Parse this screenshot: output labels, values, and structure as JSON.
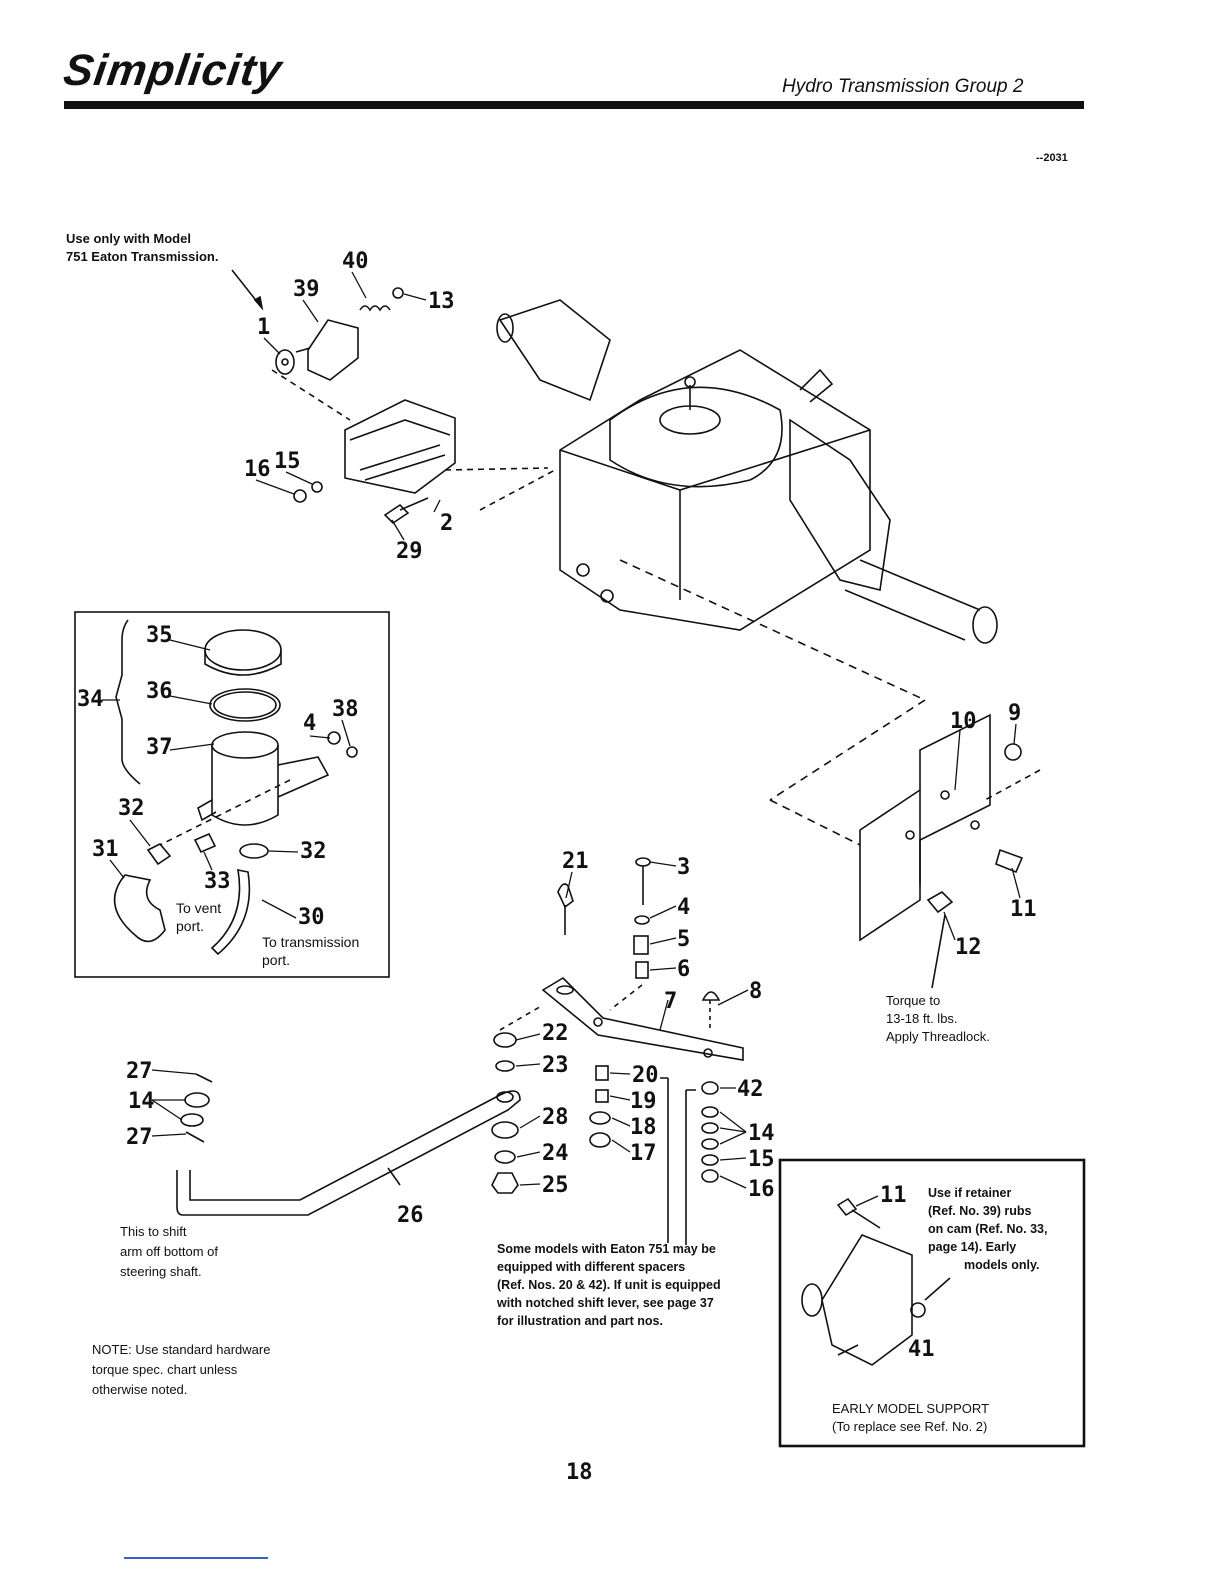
{
  "header": {
    "brand": "Simplicity",
    "section_title": "Hydro Transmission Group 2",
    "drawing_code": "--2031"
  },
  "notes": {
    "eaton_model_line1": "Use only with Model",
    "eaton_model_line2": "751 Eaton Transmission.",
    "vent_port_line1": "To vent",
    "vent_port_line2": "port.",
    "trans_port_line1": "To transmission",
    "trans_port_line2": "port.",
    "torque_line1": "Torque to",
    "torque_line2": "13-18 ft. lbs.",
    "torque_line3": "Apply Threadlock.",
    "shift_arm_line1": "This to shift",
    "shift_arm_line2": "arm off bottom of",
    "shift_arm_line3": "steering shaft.",
    "spacers_line1": "Some models with Eaton 751 may be",
    "spacers_line2": "equipped with different spacers",
    "spacers_line3": "(Ref. Nos. 20 & 42). If unit is equipped",
    "spacers_line4": "with notched shift lever, see page 37",
    "spacers_line5": "for illustration and part nos.",
    "hardware_line1": "NOTE: Use standard hardware",
    "hardware_line2": "torque spec. chart unless",
    "hardware_line3": "otherwise noted.",
    "retainer_line1": "Use if retainer",
    "retainer_line2": "(Ref. No. 39) rubs",
    "retainer_line3": "on cam (Ref. No. 33,",
    "retainer_line4": "page 14). Early",
    "retainer_line5": "models only.",
    "early_support_line1": "EARLY MODEL SUPPORT",
    "early_support_line2": "(To replace see Ref. No. 2)"
  },
  "callouts": {
    "n1": "1",
    "n2": "2",
    "n3": "3",
    "n4": "4",
    "n5": "5",
    "n6": "6",
    "n7": "7",
    "n8": "8",
    "n9": "9",
    "n10": "10",
    "n11": "11",
    "n11b": "11",
    "n12": "12",
    "n13": "13",
    "n14": "14",
    "n14b": "14",
    "n15": "15",
    "n15b": "15",
    "n16": "16",
    "n16b": "16",
    "n17": "17",
    "n18": "18",
    "n19": "19",
    "n20": "20",
    "n21": "21",
    "n22": "22",
    "n23": "23",
    "n24": "24",
    "n25": "25",
    "n26": "26",
    "n27": "27",
    "n27b": "27",
    "n28": "28",
    "n29": "29",
    "n30": "30",
    "n31": "31",
    "n32": "32",
    "n32b": "32",
    "n33": "33",
    "n34": "34",
    "n35": "35",
    "n36": "36",
    "n37": "37",
    "n38": "38",
    "n4b": "4",
    "n39": "39",
    "n40": "40",
    "n41": "41",
    "n42": "42"
  },
  "page_number": "18"
}
